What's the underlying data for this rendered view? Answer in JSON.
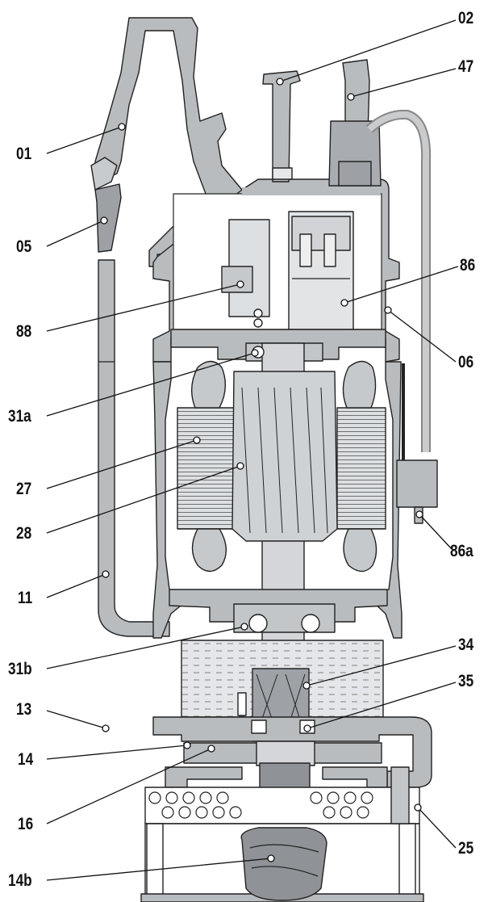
{
  "diagram": {
    "labels": {
      "l01": "01",
      "l02": "02",
      "l47": "47",
      "l05": "05",
      "l86": "86",
      "l88": "88",
      "l06": "06",
      "l31a": "31a",
      "l27": "27",
      "l28": "28",
      "l86a": "86a",
      "l11": "11",
      "l31b": "31b",
      "l34": "34",
      "l35": "35",
      "l13": "13",
      "l14": "14",
      "l16": "16",
      "l25": "25",
      "l14b": "14b"
    },
    "colors": {
      "housing": "#b9bcbf",
      "housing_dark": "#8f9296",
      "oil": "#dcdfe2",
      "line": "#222222",
      "background": "#ffffff"
    }
  }
}
